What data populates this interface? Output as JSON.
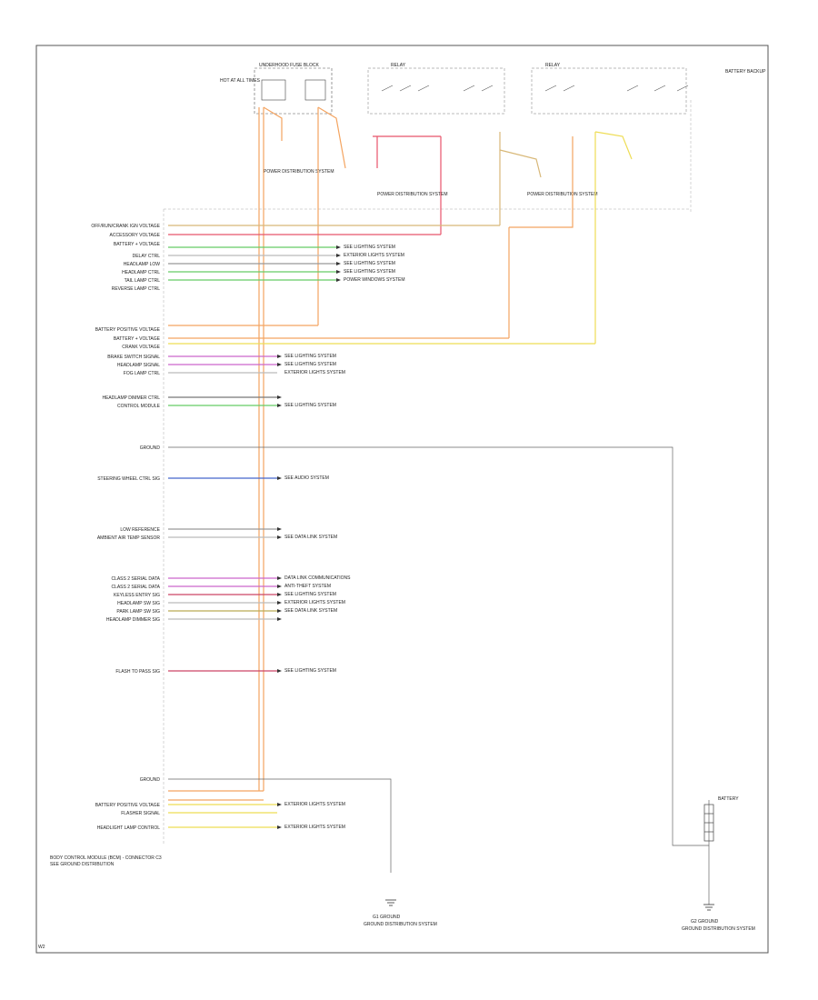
{
  "header": {
    "underhood_fuse": "UNDERHOOD FUSE BLOCK",
    "hot_at_all_times": "HOT AT ALL TIMES",
    "fuse_relay": "RELAY",
    "right_note": "BATTERY BACKUP"
  },
  "module": {
    "label": "BODY CONTROL MODULE (BCM) - CONNECTOR C3"
  },
  "power_distribution": [
    "POWER DISTRIBUTION SYSTEM",
    "POWER DISTRIBUTION SYSTEM",
    "POWER DISTRIBUTION SYSTEM"
  ],
  "left_pins": [
    "OFF/RUN/CRANK IGN VOLTAGE",
    "ACCESSORY VOLTAGE",
    "BATTERY + VOLTAGE",
    "DELAY CTRL",
    "HEADLAMP LOW",
    "HEADLAMP CTRL",
    "TAIL LAMP CTRL",
    "REVERSE LAMP CTRL",
    "BATTERY POSITIVE VOLTAGE",
    "BATTERY + VOLTAGE",
    "CRANK VOLTAGE",
    "BRAKE SWITCH SIGNAL",
    "HEADLAMP SIGNAL",
    "FOG LAMP CTRL",
    "HEADLAMP DIMMER CTRL",
    "CONTROL MODULE",
    "GROUND",
    "STEERING WHEEL CTRL SIG",
    "LOW REFERENCE",
    "AMBIENT AIR TEMP SENSOR",
    "CLASS 2 SERIAL DATA",
    "CLASS 2 SERIAL DATA",
    "KEYLESS ENTRY SIG",
    "HEADLAMP SW SIG",
    "PARK LAMP SW SIG",
    "HEADLAMP DIMMER SIG",
    "FLASH TO PASS SIG",
    "GROUND",
    "BATTERY POSITIVE VOLTAGE",
    "FLASHER SIGNAL",
    "HEADLIGHT LAMP CONTROL"
  ],
  "destinations": [
    "SEE LIGHTING SYSTEM",
    "EXTERIOR LIGHTS SYSTEM",
    "SEE LIGHTING SYSTEM",
    "SEE LIGHTING SYSTEM",
    "POWER WINDOWS SYSTEM",
    "SEE LIGHTING SYSTEM",
    "SEE LIGHTING SYSTEM",
    "EXTERIOR LIGHTS SYSTEM",
    "SEE LIGHTING SYSTEM",
    "SEE AUDIO SYSTEM",
    "SEE DATA LINK SYSTEM",
    "DATA LINK COMMUNICATIONS",
    "ANTI-THEFT SYSTEM",
    "SEE LIGHTING SYSTEM",
    "EXTERIOR LIGHTS SYSTEM",
    "SEE DATA LINK SYSTEM",
    "SEE LIGHTING SYSTEM",
    "EXTERIOR LIGHTS SYSTEM",
    "EXTERIOR LIGHTS SYSTEM"
  ],
  "bottom_left_note": "SEE GROUND DISTRIBUTION",
  "ground_left": [
    "G1 GROUND",
    "GROUND DISTRIBUTION SYSTEM"
  ],
  "ground_right": [
    "G2 GROUND",
    "GROUND DISTRIBUTION SYSTEM"
  ],
  "battery_label": "BATTERY",
  "figure_code": "W2"
}
